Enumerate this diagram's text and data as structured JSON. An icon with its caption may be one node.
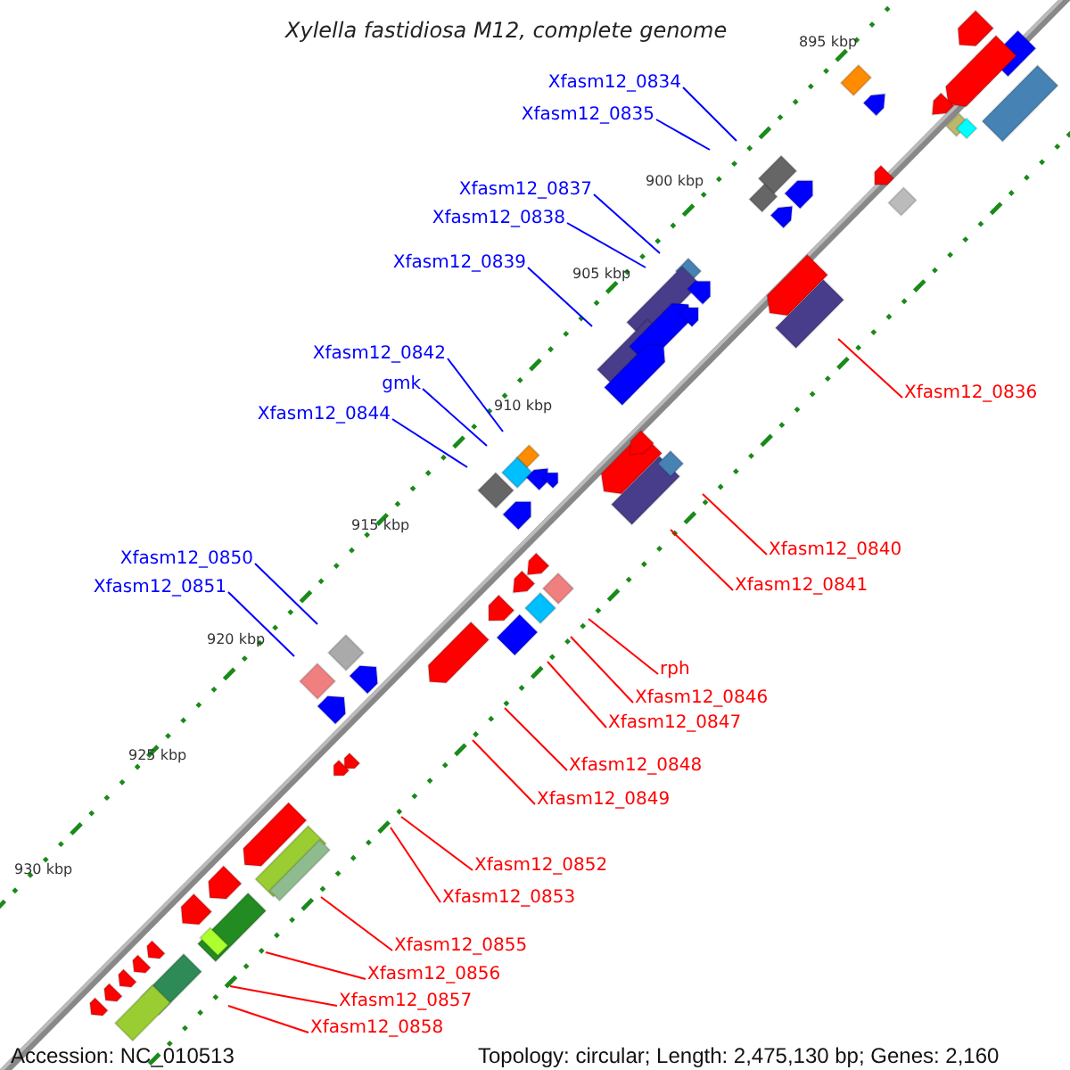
{
  "diagram": {
    "title": "Xylella fastidiosa M12, complete genome",
    "nodes": [
      {
        "text": [
          "Xfasm12_0834"
        ]
      },
      {
        "text": [
          "Xfasm12_0835"
        ]
      },
      {
        "text": [
          "Xfasm12_0837"
        ]
      },
      {
        "text": [
          "Xfasm12_0838"
        ]
      },
      {
        "text": [
          "Xfasm12_0839"
        ]
      },
      {
        "text": [
          "Xfasm12_0842"
        ]
      },
      {
        "text": [
          "gmk"
        ]
      },
      {
        "text": [
          "Xfasm12_0844"
        ]
      },
      {
        "text": [
          "Xfasm12_0850"
        ]
      },
      {
        "text": [
          "Xfasm12_0851"
        ]
      },
      {
        "text": [
          "Xfasm12_0836"
        ]
      },
      {
        "text": [
          "Xfasm12_0840"
        ]
      },
      {
        "text": [
          "Xfasm12_0841"
        ]
      },
      {
        "text": [
          "rph"
        ]
      },
      {
        "text": [
          "Xfasm12_0846"
        ]
      },
      {
        "text": [
          "Xfasm12_0847"
        ]
      },
      {
        "text": [
          "Xfasm12_0848"
        ]
      },
      {
        "text": [
          "Xfasm12_0849"
        ]
      },
      {
        "text": [
          "Xfasm12_0852"
        ]
      },
      {
        "text": [
          "Xfasm12_0853"
        ]
      },
      {
        "text": [
          "Xfasm12_0855"
        ]
      },
      {
        "text": [
          "Xfasm12_0856"
        ]
      },
      {
        "text": [
          "Xfasm12_0857"
        ]
      },
      {
        "text": [
          "Xfasm12_0858"
        ]
      }
    ],
    "edges": [
      {
        "from": 0,
        "to": null,
        "arrow": "none",
        "color": "#0000ff"
      },
      {
        "from": 1,
        "to": null,
        "arrow": "none",
        "color": "#0000ff"
      },
      {
        "from": 2,
        "to": null,
        "arrow": "none",
        "color": "#0000ff"
      },
      {
        "from": 3,
        "to": null,
        "arrow": "none",
        "color": "#0000ff"
      },
      {
        "from": 4,
        "to": null,
        "arrow": "none",
        "color": "#0000ff"
      },
      {
        "from": 5,
        "to": null,
        "arrow": "none",
        "color": "#0000ff"
      },
      {
        "from": 6,
        "to": null,
        "arrow": "none",
        "color": "#0000ff"
      },
      {
        "from": 7,
        "to": null,
        "arrow": "none",
        "color": "#0000ff"
      },
      {
        "from": 8,
        "to": null,
        "arrow": "none",
        "color": "#0000ff"
      },
      {
        "from": 9,
        "to": null,
        "arrow": "none",
        "color": "#0000ff"
      },
      {
        "from": 10,
        "to": null,
        "arrow": "none"
      },
      {
        "from": 11,
        "to": null,
        "arrow": "none"
      },
      {
        "from": 12,
        "to": null,
        "arrow": "none"
      },
      {
        "from": 13,
        "to": null,
        "arrow": "none"
      },
      {
        "from": 14,
        "to": null,
        "arrow": "none"
      },
      {
        "from": 15,
        "to": null,
        "arrow": "none"
      },
      {
        "from": 16,
        "to": null,
        "arrow": "none"
      },
      {
        "from": 17,
        "to": null,
        "arrow": "none"
      },
      {
        "from": 18,
        "to": null,
        "arrow": "none"
      },
      {
        "from": 19,
        "to": null,
        "arrow": "none"
      },
      {
        "from": 20,
        "to": null,
        "arrow": "none"
      },
      {
        "from": 21,
        "to": null,
        "arrow": "none"
      },
      {
        "from": 22,
        "to": null,
        "arrow": "none"
      },
      {
        "from": 23,
        "to": null,
        "arrow": "none"
      }
    ],
    "labels": [
      "895 kbp",
      "900 kbp",
      "905 kbp",
      "910 kbp",
      "915 kbp",
      "920 kbp",
      "925 kbp",
      "930 kbp",
      "Accession: NC_010513",
      "Topology: circular; Length: 2,475,130 bp; Genes: 2,160"
    ]
  }
}
